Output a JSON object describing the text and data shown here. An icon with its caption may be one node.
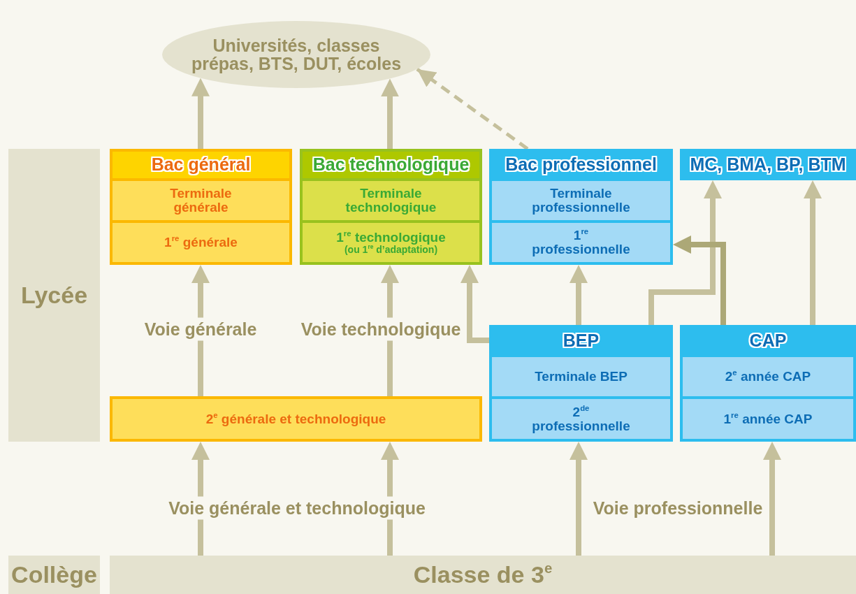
{
  "diagram": {
    "nodes": [
      {
        "text": [
          "Universités, classes prépas, BTS, DUT, écoles"
        ]
      },
      {
        "text": [
          "Lycée"
        ]
      },
      {
        "text": [
          "Bac général"
        ]
      },
      {
        "text": [
          "Terminale générale"
        ],
        "in": 2
      },
      {
        "text": [
          "1$^{re}$ générale"
        ],
        "in": 2
      },
      {
        "text": [
          "Bac technologique"
        ]
      },
      {
        "text": [
          "Terminale technologique"
        ],
        "in": 5
      },
      {
        "text": [
          "1$^{re}$ technologique",
          "(ou 1$^{re}$ d’adaptation)"
        ],
        "in": 5
      },
      {
        "text": [
          "Bac professionnel"
        ]
      },
      {
        "text": [
          "Terminale professionnelle"
        ],
        "in": 8
      },
      {
        "text": [
          "1$^{re}$ professionnelle"
        ],
        "in": 8
      },
      {
        "text": [
          "MC, BMA, BP, BTM"
        ]
      },
      {
        "text": [
          "BEP"
        ]
      },
      {
        "text": [
          "Terminale BEP"
        ],
        "in": 12
      },
      {
        "text": [
          "2$^{de}$ professionnelle"
        ],
        "in": 12
      },
      {
        "text": [
          "CAP"
        ]
      },
      {
        "text": [
          "2$^{e}$ année CAP"
        ],
        "in": 15
      },
      {
        "text": [
          "1$^{re}$ année CAP"
        ],
        "in": 15
      },
      {
        "text": [
          "2$^{e}$ générale et technologique"
        ]
      },
      {
        "text": [
          "Collège"
        ]
      },
      {
        "text": [
          "Classe de 3$^{e}$"
        ]
      }
    ],
    "edges": [
      {
        "from": 2,
        "to": 0,
        "arrow": "to"
      },
      {
        "from": 5,
        "to": 0,
        "arrow": "to"
      },
      {
        "from": 8,
        "to": 0,
        "arrow": "to",
        "style": "dashed"
      },
      {
        "from": 18,
        "to": 4,
        "arrow": "to",
        "label": "Voie générale"
      },
      {
        "from": 18,
        "to": 7,
        "arrow": "to",
        "label": "Voie technologique"
      },
      {
        "from": 12,
        "to": 7,
        "arrow": "to"
      },
      {
        "from": 12,
        "to": 10,
        "arrow": "to"
      },
      {
        "from": 12,
        "to": 11,
        "arrow": "to"
      },
      {
        "from": 15,
        "to": 10,
        "arrow": "to",
        "color": "#aca877"
      },
      {
        "from": 15,
        "to": 11,
        "arrow": "to"
      },
      {
        "from": 20,
        "to": 18,
        "arrow": "to"
      },
      {
        "from": 20,
        "to": 18,
        "arrow": "to"
      },
      {
        "from": 20,
        "to": 14,
        "arrow": "to"
      },
      {
        "from": 20,
        "to": 17,
        "arrow": "to"
      }
    ],
    "labels": [
      "Voie générale et technologique",
      "Voie professionnelle"
    ]
  }
}
